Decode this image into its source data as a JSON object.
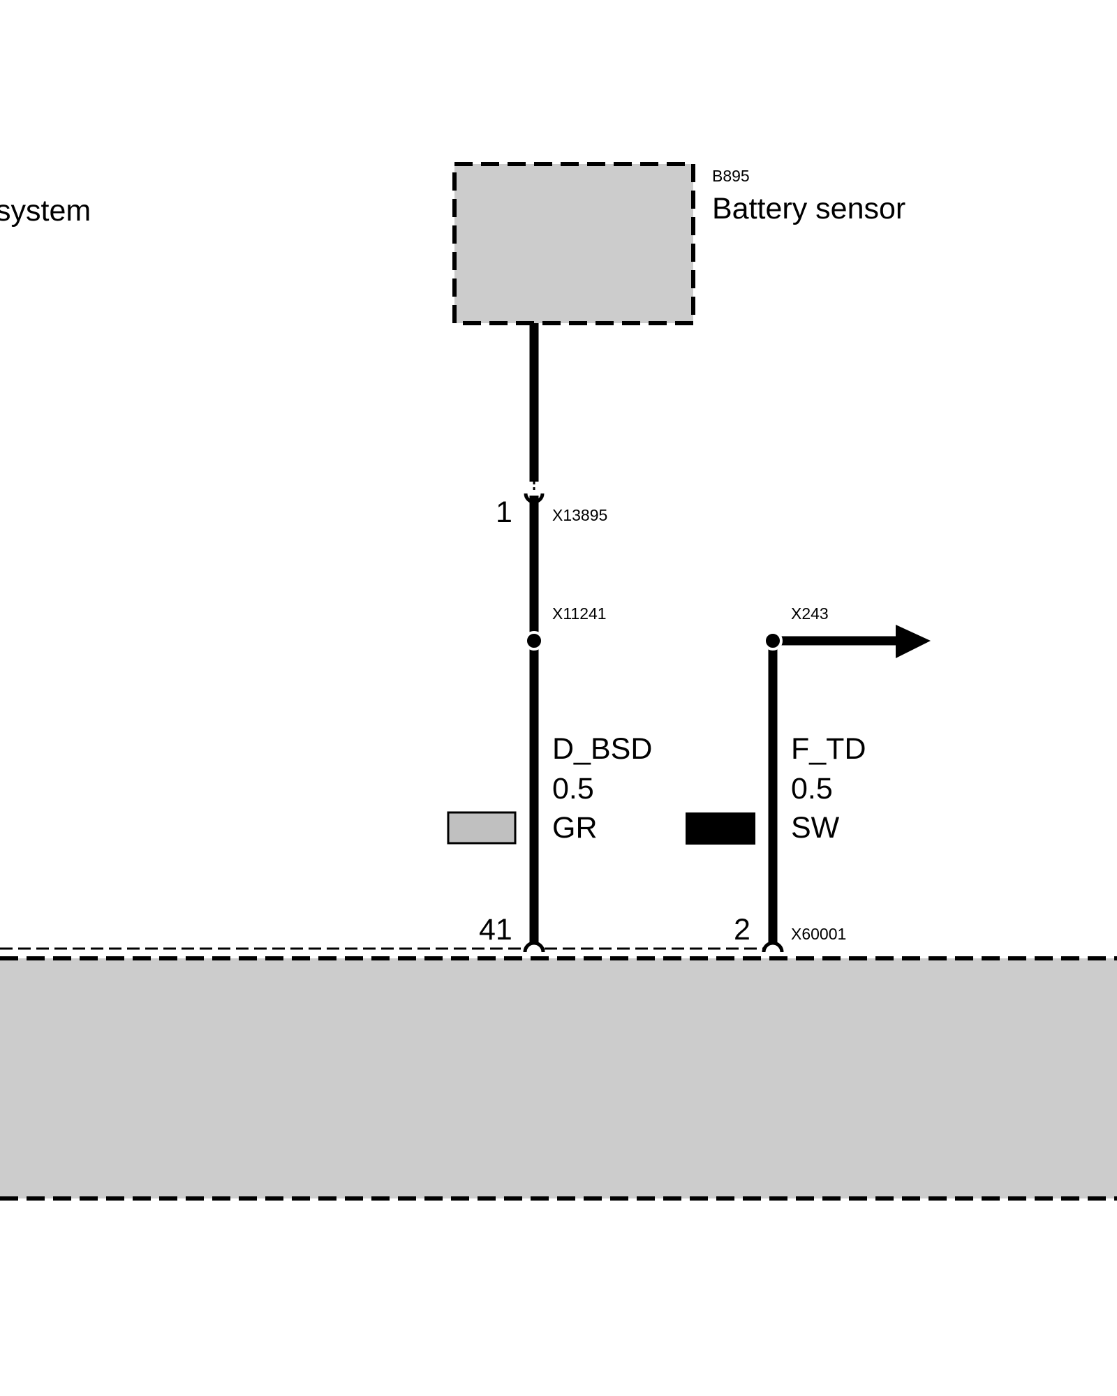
{
  "colors": {
    "box_fill": "#cccccc",
    "wire": "#000000",
    "gr_swatch": "#c0c0c0",
    "sw_swatch": "#000000"
  },
  "system_label": "system",
  "battery_sensor": {
    "code": "B895",
    "name": "Battery sensor"
  },
  "connectors": {
    "x13895": {
      "id": "X13895",
      "pin": "1"
    },
    "x11241": {
      "id": "X11241"
    },
    "x243": {
      "id": "X243",
      "direction": "arrow-right"
    },
    "x60001": {
      "id": "X60001"
    }
  },
  "wires": [
    {
      "signal": "D_BSD",
      "size": "0.5",
      "color": "GR",
      "pin": "41",
      "color_swatch": "gr-swatch"
    },
    {
      "signal": "F_TD",
      "size": "0.5",
      "color": "SW",
      "pin": "2",
      "color_swatch": "sw-swatch"
    }
  ]
}
